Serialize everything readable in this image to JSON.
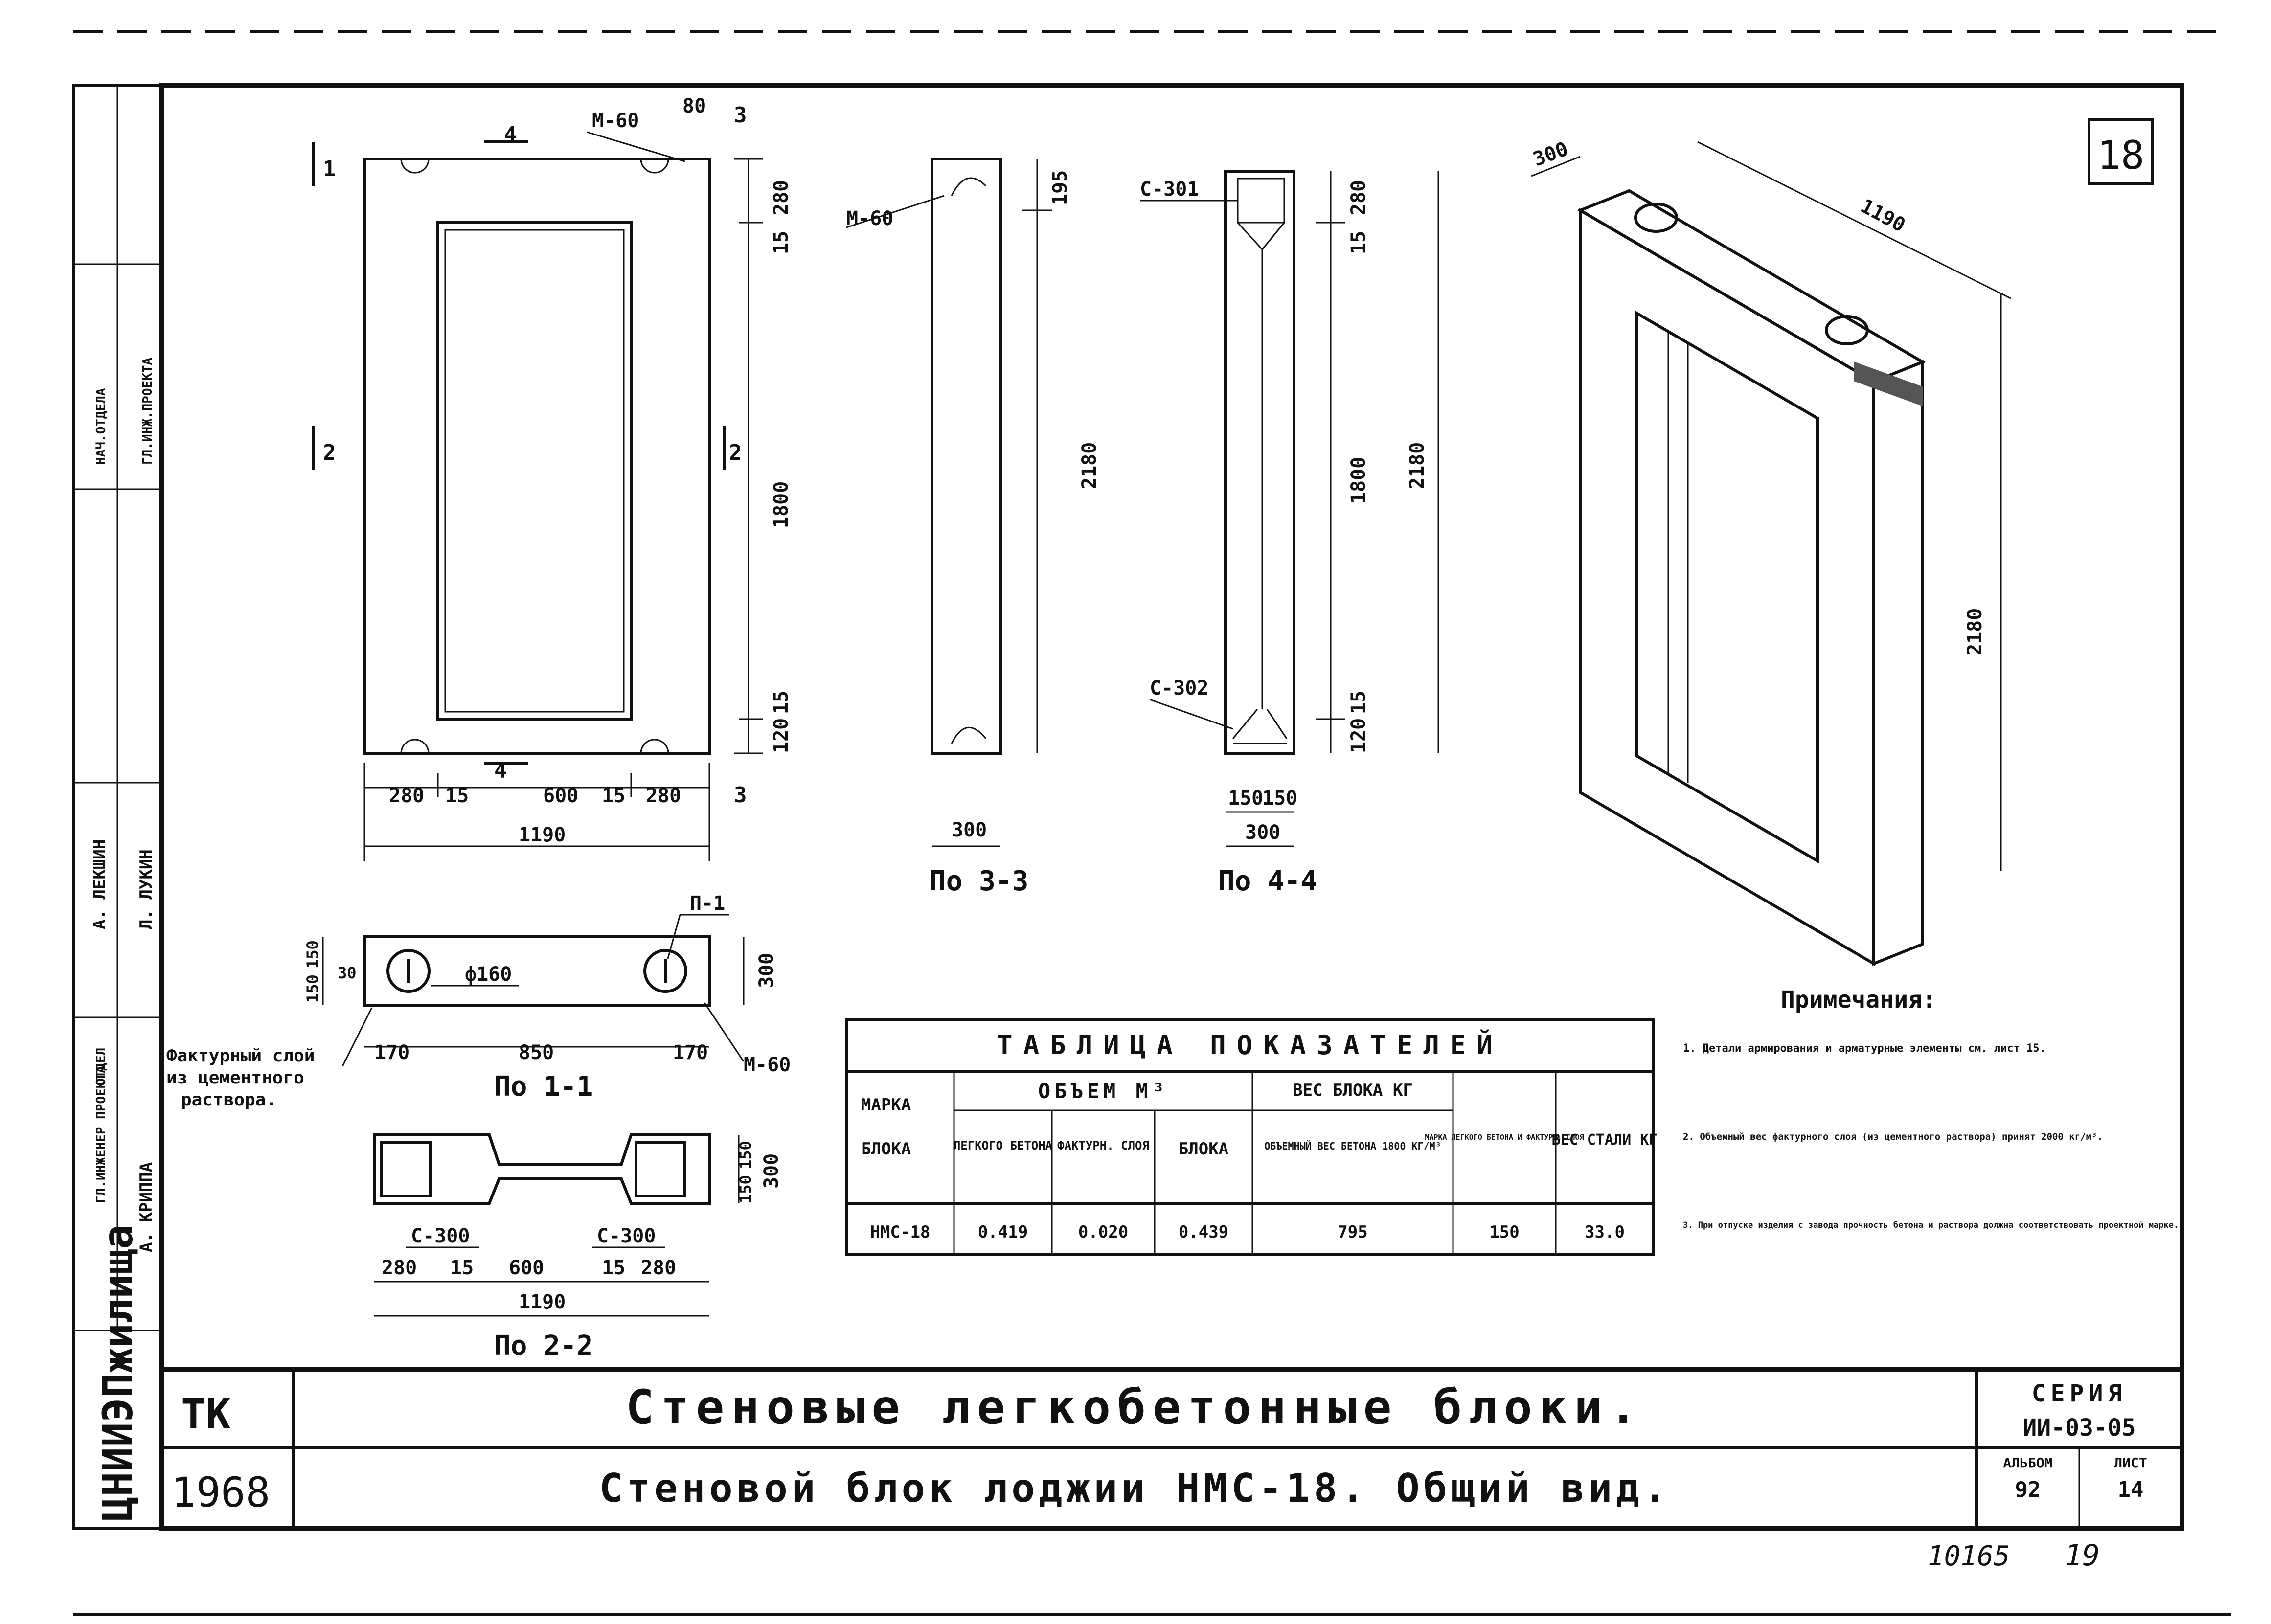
{
  "sheet_number": "18",
  "side_stamp": "ЦНИИЭПжилища",
  "side_table": {
    "rows": [
      "А. КРИППА",
      "А. ЛЕКШИН",
      "Л. ЛУКИН"
    ],
    "role_labels": [
      "ГЛ.ИНЖЕНЕР ПРОЕКТА",
      "ГЛ.ИНЖ.ПРОЕКТА",
      "НАЧ.ОТДЕЛА",
      "ОТДЕЛ"
    ]
  },
  "front_view": {
    "dims_bottom": [
      "280",
      "15",
      "600",
      "15",
      "280"
    ],
    "total_width": "1190",
    "dims_right": [
      "280",
      "15",
      "1800",
      "15",
      "120"
    ],
    "anchor_label": "М-60",
    "anchor_offset": "80",
    "section_marks": [
      "1",
      "2",
      "3",
      "4"
    ]
  },
  "view_3_3": {
    "label": "По 3-3",
    "anchor": "М-60",
    "top_dim": "195",
    "height": "2180",
    "width": "300"
  },
  "view_4_4": {
    "label": "По 4-4",
    "top_label": "С-301",
    "bottom_label": "С-302",
    "dims_right": [
      "280",
      "15",
      "1800",
      "15",
      "120"
    ],
    "height": "2180",
    "width_parts": [
      "150",
      "150"
    ],
    "width": "300"
  },
  "section_1_1": {
    "label": "По 1-1",
    "hole_diameter": "ф160",
    "loop_label": "П-1",
    "anchor_label": "М-60",
    "dims": [
      "170",
      "850",
      "170"
    ],
    "left_dims": [
      "150",
      "150",
      "30"
    ],
    "thickness": "300",
    "finish_note_line1": "Фактурный слой",
    "finish_note_line2": "из цементного",
    "finish_note_line3": "раствора."
  },
  "section_2_2": {
    "label": "По 2-2",
    "frames": [
      "С-300",
      "С-300"
    ],
    "dims": [
      "280",
      "15",
      "600",
      "15",
      "280"
    ],
    "total": "1190",
    "right_dims": [
      "150",
      "150"
    ],
    "thickness": "300"
  },
  "iso_view": {
    "depth": "300",
    "width": "1190",
    "height": "2180"
  },
  "table": {
    "title": "ТАБЛИЦА ПОКАЗАТЕЛЕЙ",
    "col_mark_1": "МАРКА",
    "col_mark_2": "БЛОКА",
    "col_volume": "ОБЪЕМ М³",
    "sub_light": "ЛЕГКОГО БЕТОНА",
    "sub_facing": "ФАКТУРН. СЛОЯ",
    "sub_block": "БЛОКА",
    "col_weight": "ВЕС БЛОКА КГ",
    "weight_sub": "ОБЪЕМНЫЙ ВЕС БЕТОНА 1800 КГ/М³",
    "col_grade": "МАРКА ЛЕГКОГО БЕТОНА И ФАКТУРН. СЛОЯ",
    "col_steel": "ВЕС СТАЛИ КГ",
    "row": [
      "НМС-18",
      "0.419",
      "0.020",
      "0.439",
      "795",
      "150",
      "33.0"
    ]
  },
  "notes": {
    "title": "Примечания:",
    "items": [
      "1. Детали армирования и арматурные элементы см. лист 15.",
      "2. Объемный вес фактурного слоя (из цементного раствора) принят 2000 кг/м³.",
      "3. При отпуске изделия с завода прочность бетона и раствора должна соответствовать проектной марке."
    ]
  },
  "title_block": {
    "org": "ТК",
    "year": "1968",
    "title_main": "Стеновые легкобетонные блоки.",
    "title_sub": "Стеновой блок лоджии НМС-18. Общий вид.",
    "series_label": "СЕРИЯ",
    "series_value": "ИИ-03-05",
    "album_label": "АЛЬБОМ",
    "album_value": "92",
    "sheet_label": "ЛИСТ",
    "sheet_value": "14"
  },
  "footer": {
    "code": "10165",
    "page": "19"
  }
}
